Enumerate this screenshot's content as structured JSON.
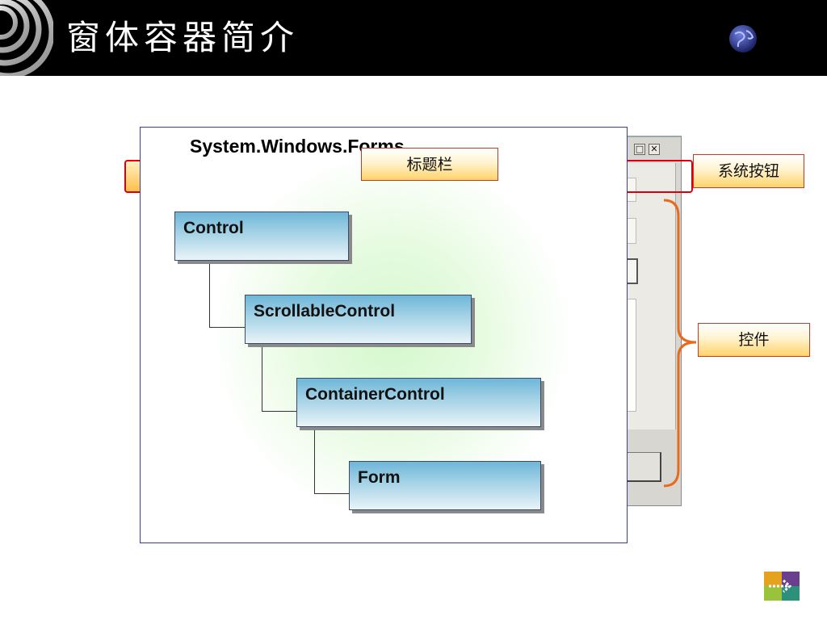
{
  "slide": {
    "title": "窗体容器简介"
  },
  "diagram": {
    "namespace_title": "System.Windows.Forms",
    "nodes": [
      {
        "label": "Control"
      },
      {
        "label": "ScrollableControl"
      },
      {
        "label": "ContainerControl"
      },
      {
        "label": "Form"
      }
    ]
  },
  "callouts": {
    "title_bar": "标题栏",
    "system_buttons": "系统按钮",
    "controls": "控件"
  },
  "form_buttons": {
    "maximize": "□",
    "close": "✕"
  },
  "icons": {
    "spiral": "spiral-logo-icon",
    "globe": "globe-icon",
    "next": "next-slide-arrow-icon"
  },
  "colors": {
    "header": "#000000",
    "callout_border": "#c23a2a",
    "brace": "#e86a1a",
    "node_top": "#6fb6d8"
  }
}
